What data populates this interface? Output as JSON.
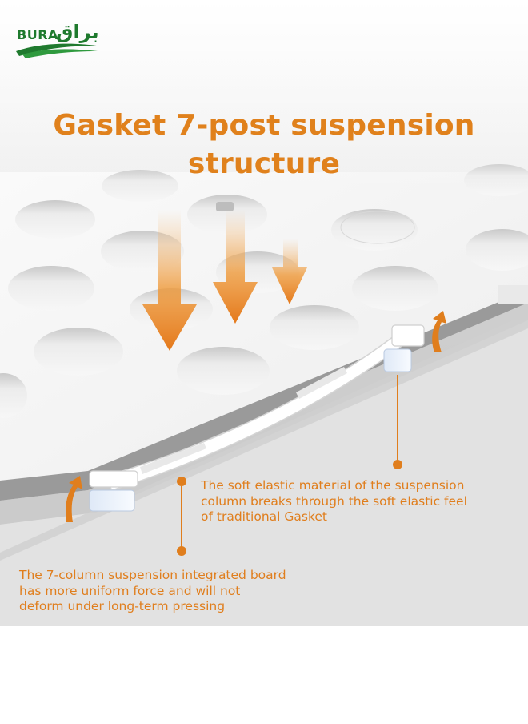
{
  "brand": {
    "latin": "BURA",
    "arabic": "براق"
  },
  "headline": {
    "line1": "Gasket 7-post suspension",
    "line2": "structure"
  },
  "callouts": {
    "right": {
      "line1": "The soft elastic material of the suspension",
      "line2": "column breaks through the soft elastic feel",
      "line3": "of traditional Gasket"
    },
    "left": {
      "line1": "The 7-column suspension integrated board",
      "line2": "has more uniform force and will not",
      "line3": "deform under long-term pressing"
    }
  },
  "colors": {
    "accent": "#e0811c",
    "brand_green": "#1f7a2e",
    "plate": "#f4f4f4",
    "plate_edge": "#8a8a8a"
  },
  "icons": [
    "down-arrow-icon",
    "curved-up-arrow-icon",
    "callout-dot-icon",
    "palm-leaf-icon"
  ]
}
